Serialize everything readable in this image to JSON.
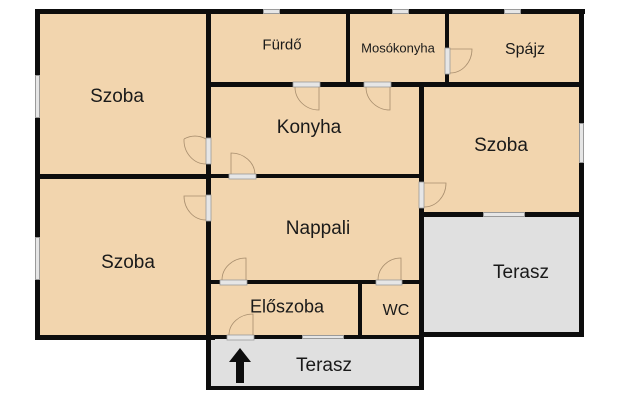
{
  "plan": {
    "colors": {
      "indoor_fill": "#f2d5ae",
      "outdoor_fill": "#e0e0e0",
      "wall": "#0d0d0d",
      "text": "#1a1a1a"
    },
    "rooms": [
      {
        "id": "szoba-top-left",
        "label": "Szoba",
        "type": "indoor"
      },
      {
        "id": "furdo",
        "label": "Fürdő",
        "type": "indoor"
      },
      {
        "id": "mosokonyha",
        "label": "Mosókonyha",
        "type": "indoor"
      },
      {
        "id": "spajz",
        "label": "Spájz",
        "type": "indoor"
      },
      {
        "id": "konyha",
        "label": "Konyha",
        "type": "indoor"
      },
      {
        "id": "szoba-right",
        "label": "Szoba",
        "type": "indoor"
      },
      {
        "id": "szoba-bottom-left",
        "label": "Szoba",
        "type": "indoor"
      },
      {
        "id": "nappali",
        "label": "Nappali",
        "type": "indoor"
      },
      {
        "id": "terasz-right",
        "label": "Terasz",
        "type": "outdoor"
      },
      {
        "id": "eloszoba",
        "label": "Előszoba",
        "type": "indoor"
      },
      {
        "id": "wc",
        "label": "WC",
        "type": "indoor"
      },
      {
        "id": "terasz-bottom",
        "label": "Terasz",
        "type": "outdoor"
      }
    ],
    "entrance_icon": "arrow-up-icon"
  }
}
